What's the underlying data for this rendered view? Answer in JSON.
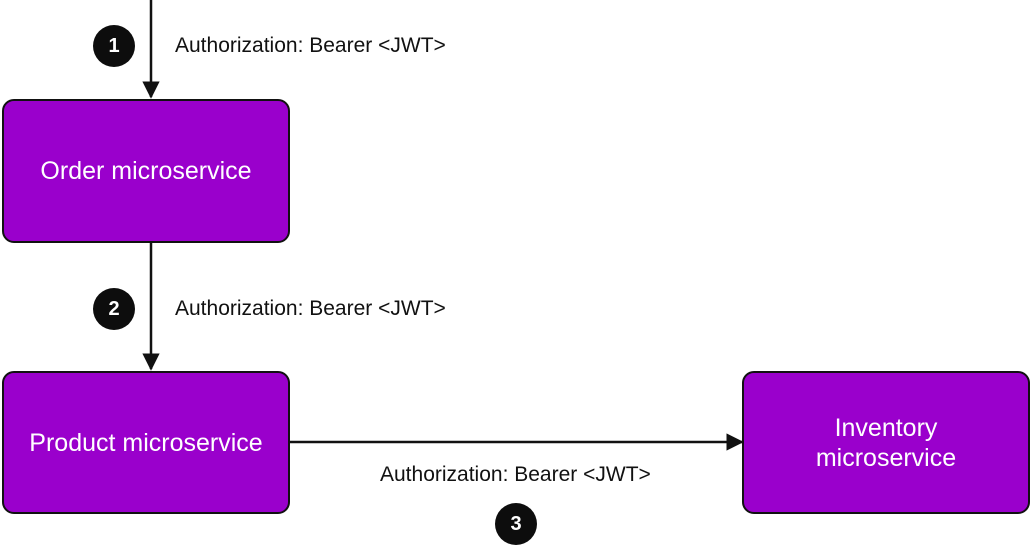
{
  "boxes": {
    "order": "Order microservice",
    "product": "Product microservice",
    "inventory": "Inventory\nmicroservice"
  },
  "steps": [
    {
      "number": "1",
      "label": "Authorization: Bearer <JWT>"
    },
    {
      "number": "2",
      "label": "Authorization: Bearer <JWT>"
    },
    {
      "number": "3",
      "label": "Authorization: Bearer <JWT>"
    }
  ],
  "colors": {
    "box_fill": "#9a00cc",
    "box_border": "#111111",
    "arrow": "#111111",
    "badge": "#0d0d0d"
  }
}
